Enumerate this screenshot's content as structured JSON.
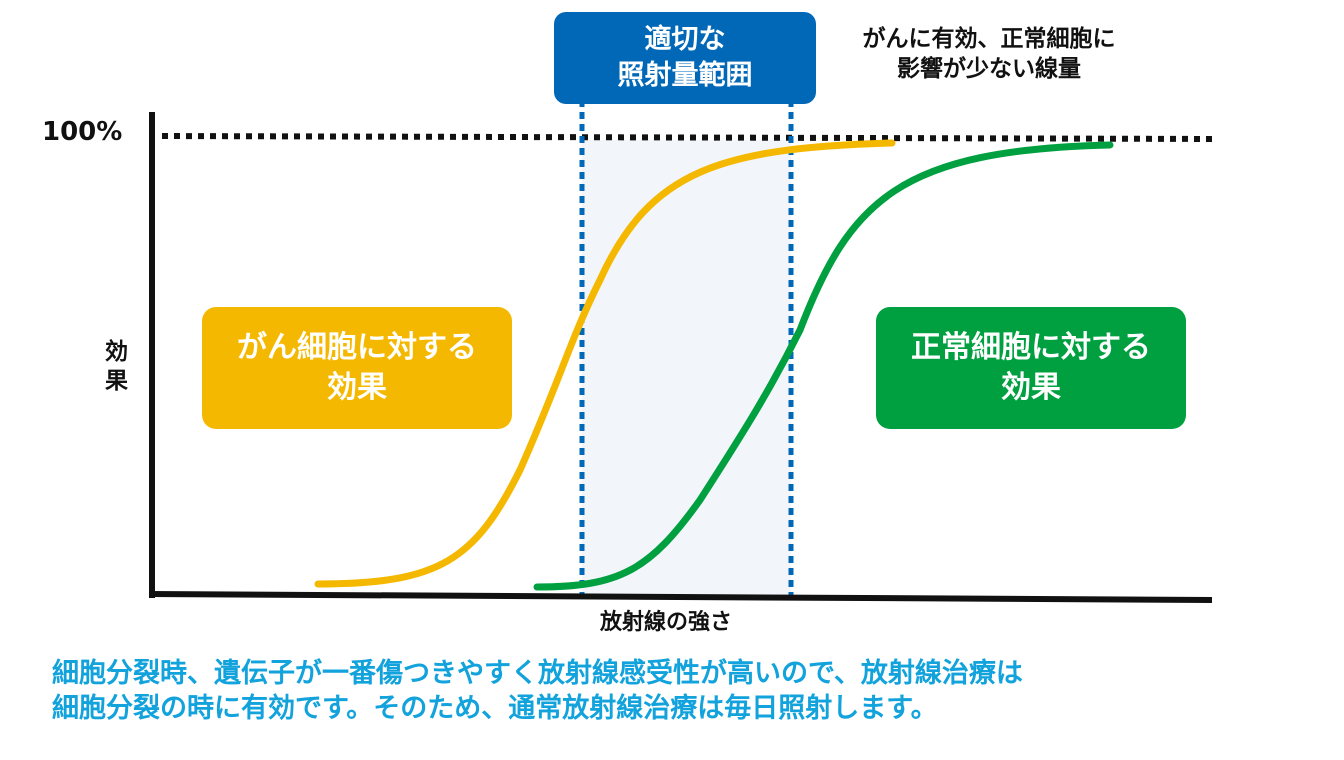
{
  "range_box": {
    "line1": "適切な",
    "line2": "照射量範囲",
    "color": "#0068b7"
  },
  "note": {
    "line1": "がんに有効、正常細胞に",
    "line2": "影響が少ない線量"
  },
  "y_axis": {
    "top_label": "100%",
    "label_line1": "効",
    "label_line2": "果"
  },
  "x_axis": {
    "label": "放射線の強さ"
  },
  "cancer_box": {
    "line1": "がん細胞に対する",
    "line2": "効果",
    "color": "#f5b800"
  },
  "normal_box": {
    "line1": "正常細胞に対する",
    "line2": "効果",
    "color": "#00a040"
  },
  "caption": {
    "line1": "細胞分裂時、遺伝子が一番傷つきやすく放射線感受性が高いので、放射線治療は",
    "line2": "細胞分裂の時に有効です。そのため、通常放射線治療は毎日照射します。",
    "color": "#12a2dc"
  },
  "colors": {
    "cancer_curve": "#f5b800",
    "normal_curve": "#00a040",
    "range_lines": "#0068b7",
    "range_fill": "#f2f6fa",
    "axis": "#111111"
  }
}
